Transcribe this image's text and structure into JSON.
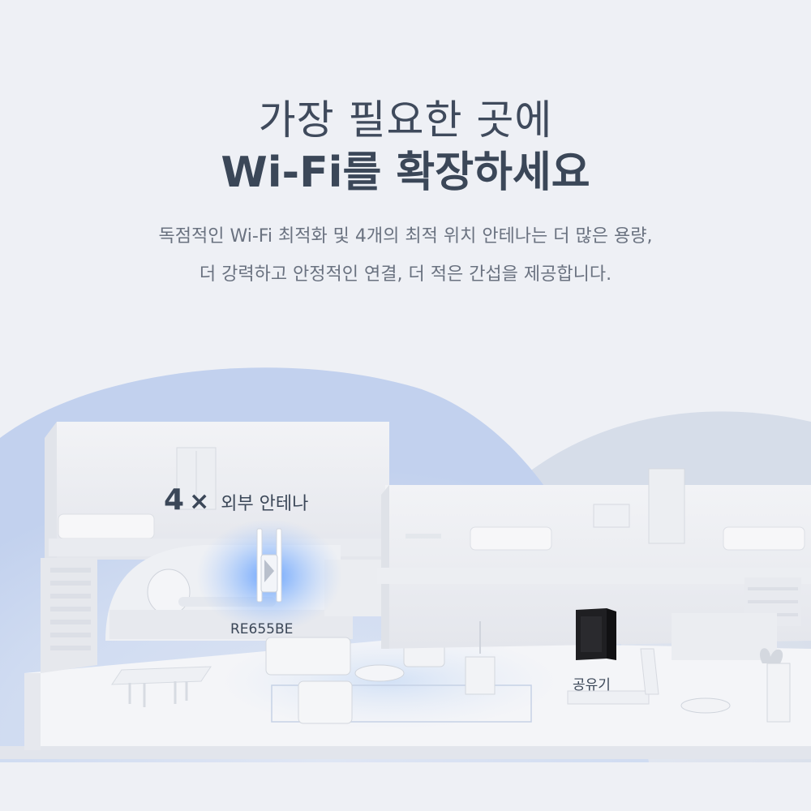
{
  "headline": {
    "line1": "가장 필요한 곳에",
    "line2": "Wi-Fi를 확장하세요"
  },
  "description": {
    "line1": "독점적인 Wi-Fi 최적화 및 4개의 최적 위치 안테나는 더 많은 용량,",
    "line2": "더 강력하고 안정적인 연결, 더 적은 간섭을 제공합니다."
  },
  "antenna": {
    "count": "4",
    "multiplier": "×",
    "text": "외부 안테나"
  },
  "devices": {
    "extender": "RE655BE",
    "router": "공유기"
  },
  "colors": {
    "background": "#eef0f5",
    "coverage": "#c9d6ee",
    "glow": "#5a9bff",
    "text": "#3b4758"
  }
}
